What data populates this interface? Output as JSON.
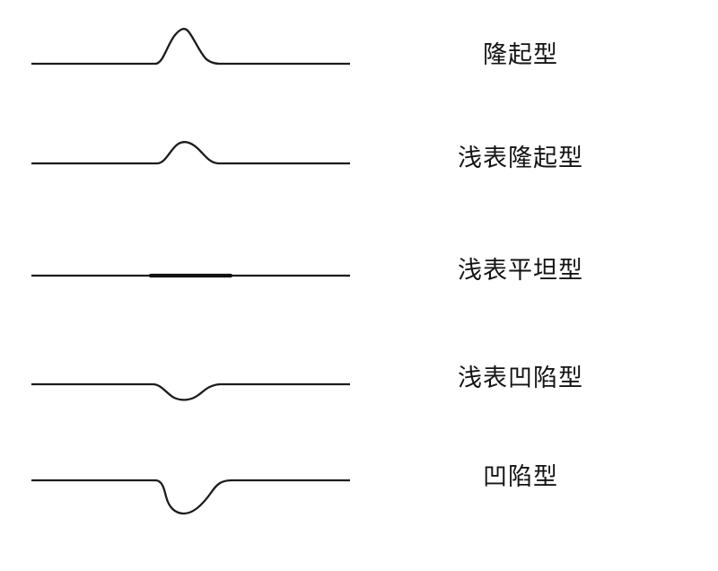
{
  "diagram": {
    "description": "lesion-macroscopic-type-profiles",
    "line_color": "#1c1c1c",
    "background_color": "#ffffff",
    "rows": [
      {
        "label": "隆起型",
        "shape": "protruded-bump"
      },
      {
        "label": "浅表隆起型",
        "shape": "superficial-elevated-bump"
      },
      {
        "label": "浅表平坦型",
        "shape": "superficial-flat-segment"
      },
      {
        "label": "浅表凹陷型",
        "shape": "superficial-depressed-dip"
      },
      {
        "label": "凹陷型",
        "shape": "depressed-dip"
      }
    ]
  }
}
